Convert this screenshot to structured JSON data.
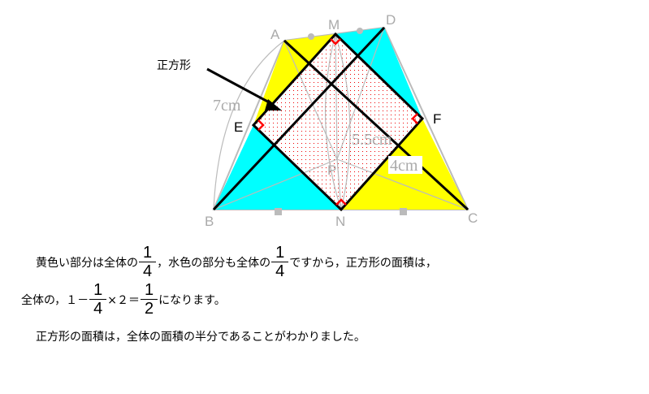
{
  "diagram": {
    "label_square": "正方形",
    "points": {
      "A": "A",
      "B": "B",
      "C": "C",
      "D": "D",
      "M": "M",
      "N": "N",
      "E": "E",
      "F": "F",
      "P": "P"
    },
    "measures": {
      "ab": "7cm",
      "pm": "5.5cm",
      "pf": "4cm"
    },
    "colors": {
      "yellow": "#ffff00",
      "cyan": "#00ffff",
      "dots": "#ff0000",
      "gray": "#bbbbbb"
    }
  },
  "text": {
    "line1_a": "黄色い部分は全体の",
    "line1_b": "，水色の部分も全体の",
    "line1_c": "ですから，正方形の面積は，",
    "line2_a": "全体の，１－",
    "line2_b": "×２＝",
    "line2_c": " になります。",
    "frac_num": "1",
    "frac_den4": "4",
    "frac_den2": "2",
    "line3": "正方形の面積は，全体の面積の半分であることがわかりました。"
  }
}
